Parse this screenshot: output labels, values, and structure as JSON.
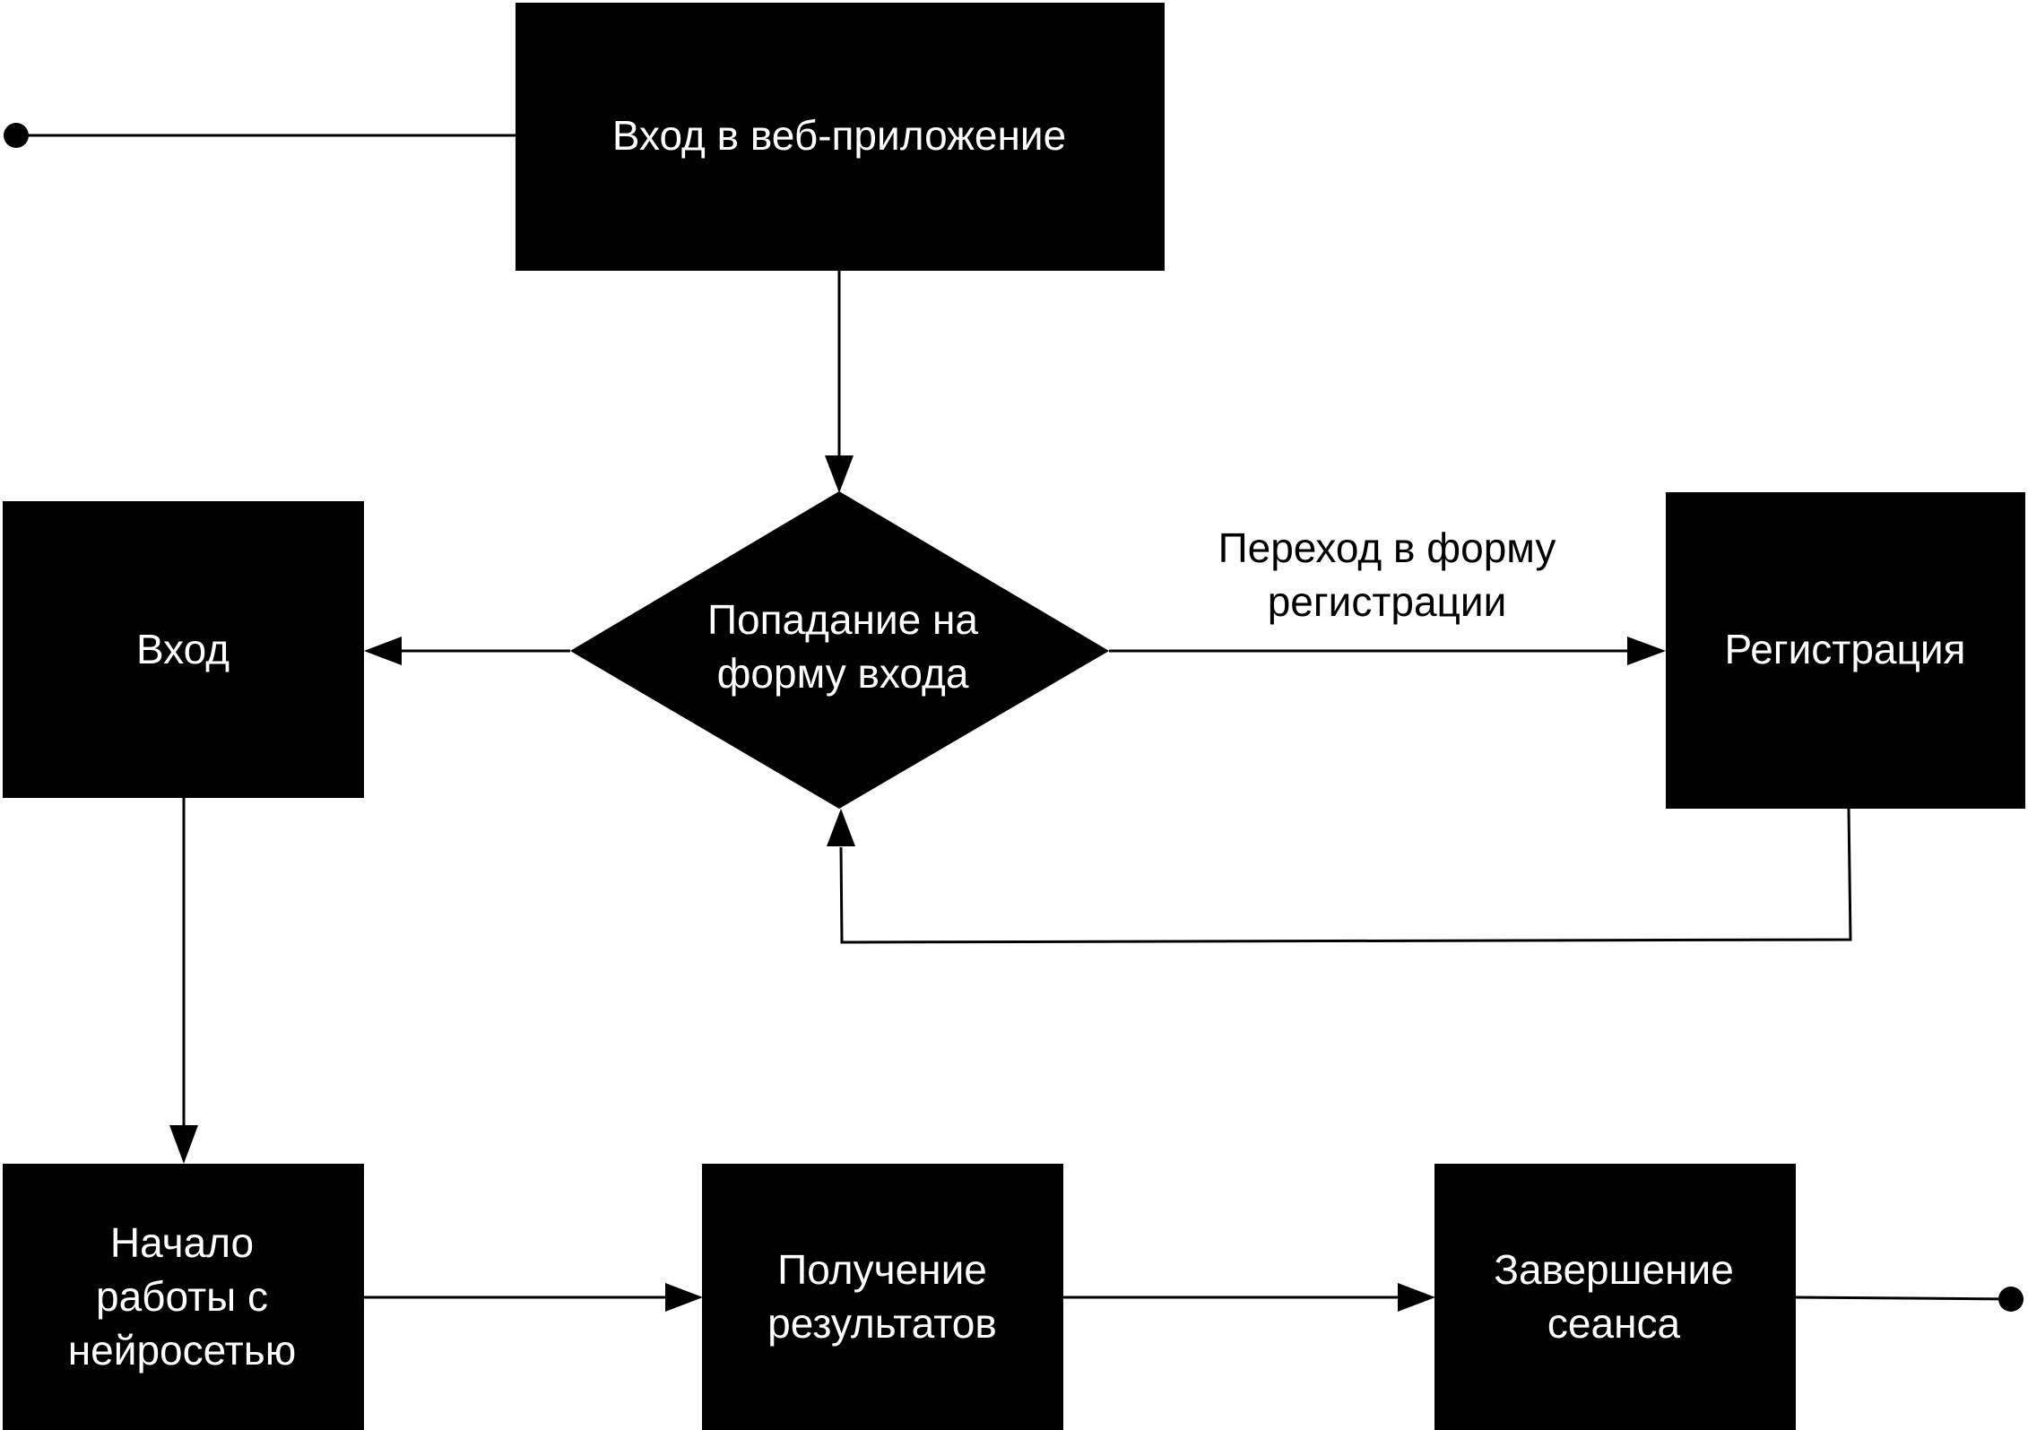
{
  "diagram": {
    "nodes": {
      "web_app_entry": {
        "label": "Вход в веб-приложение"
      },
      "login_decision": {
        "line1": "Попадание на",
        "line2": "форму входа"
      },
      "login": {
        "label": "Вход"
      },
      "registration": {
        "label": "Регистрация"
      },
      "start_work": {
        "line1": "Начало",
        "line2": "работы с",
        "line3": "нейросетью"
      },
      "get_results": {
        "line1": "Получение",
        "line2": "результатов"
      },
      "end_session": {
        "line1": "Завершение",
        "line2": "сеанса"
      }
    },
    "edge_labels": {
      "to_registration": {
        "line1": "Переход в форму",
        "line2": "регистрации"
      }
    },
    "colors": {
      "node_fill": "#000000",
      "node_text": "#ffffff",
      "line": "#000000",
      "background": "#ffffff"
    }
  }
}
